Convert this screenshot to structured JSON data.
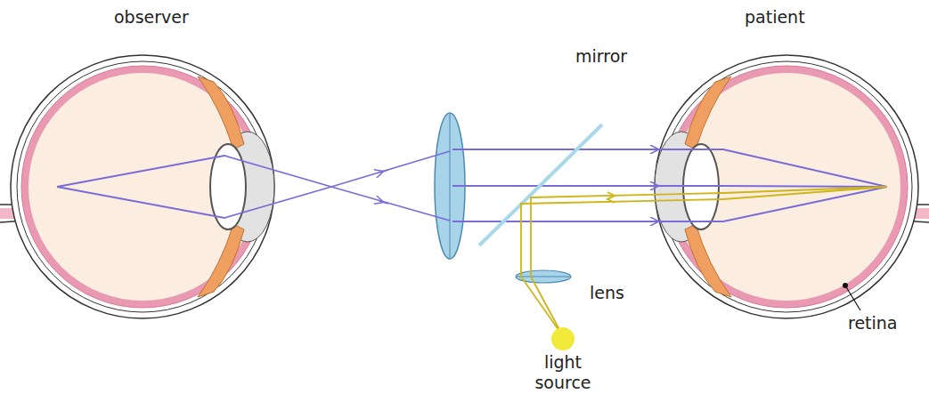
{
  "diagram": {
    "labels": [
      "observer",
      "patient",
      "mirror",
      "lens",
      "light source",
      "retina"
    ]
  }
}
